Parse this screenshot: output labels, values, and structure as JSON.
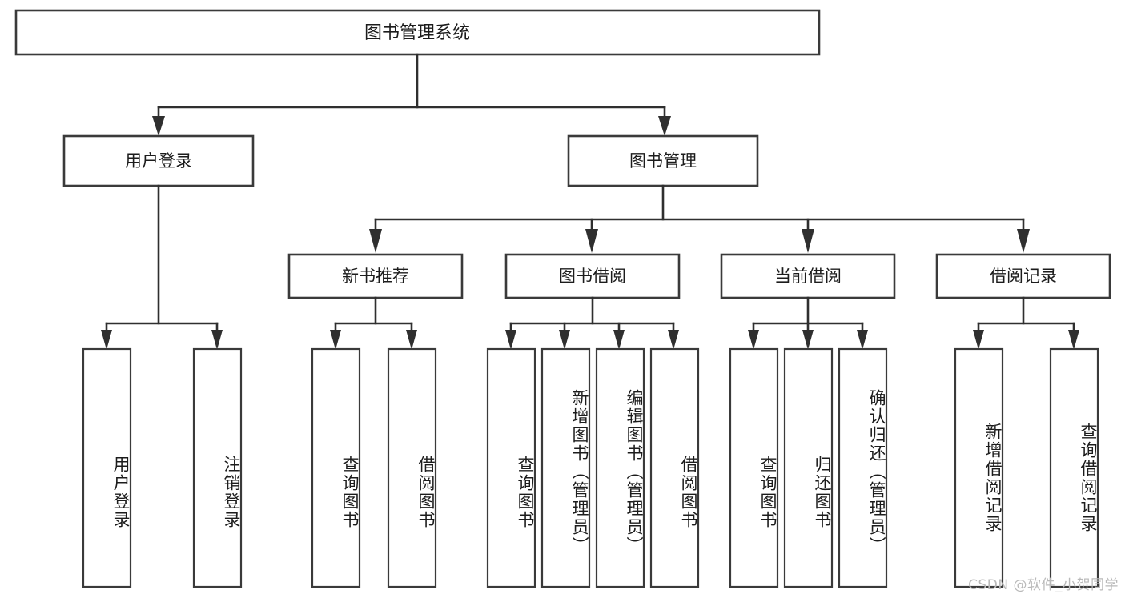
{
  "diagram": {
    "title": "图书管理系统",
    "type": "hierarchy-tree",
    "watermark": "CSDN @软件_小贺同学",
    "colors": {
      "box_stroke": "#3a3a3a",
      "edge": "#2f2f2f",
      "background": "#ffffff",
      "text": "#1c1c1c",
      "watermark": "#b9b9b9"
    },
    "root": {
      "label": "图书管理系统"
    },
    "level2": [
      {
        "label": "用户登录"
      },
      {
        "label": "图书管理"
      }
    ],
    "level3": [
      {
        "label": "新书推荐"
      },
      {
        "label": "图书借阅"
      },
      {
        "label": "当前借阅"
      },
      {
        "label": "借阅记录"
      }
    ],
    "leaves": {
      "user_login": [
        {
          "label": "用户登录"
        },
        {
          "label": "注销登录"
        }
      ],
      "new_book_recommend": [
        {
          "label": "查询图书"
        },
        {
          "label": "借阅图书"
        }
      ],
      "book_borrow": [
        {
          "label": "查询图书"
        },
        {
          "label": "新增图书（管理员）"
        },
        {
          "label": "编辑图书（管理员）"
        },
        {
          "label": "借阅图书"
        }
      ],
      "current_borrow": [
        {
          "label": "查询图书"
        },
        {
          "label": "归还图书"
        },
        {
          "label": "确认归还（管理员）"
        }
      ],
      "borrow_record": [
        {
          "label": "新增借阅记录"
        },
        {
          "label": "查询借阅记录"
        }
      ]
    }
  }
}
